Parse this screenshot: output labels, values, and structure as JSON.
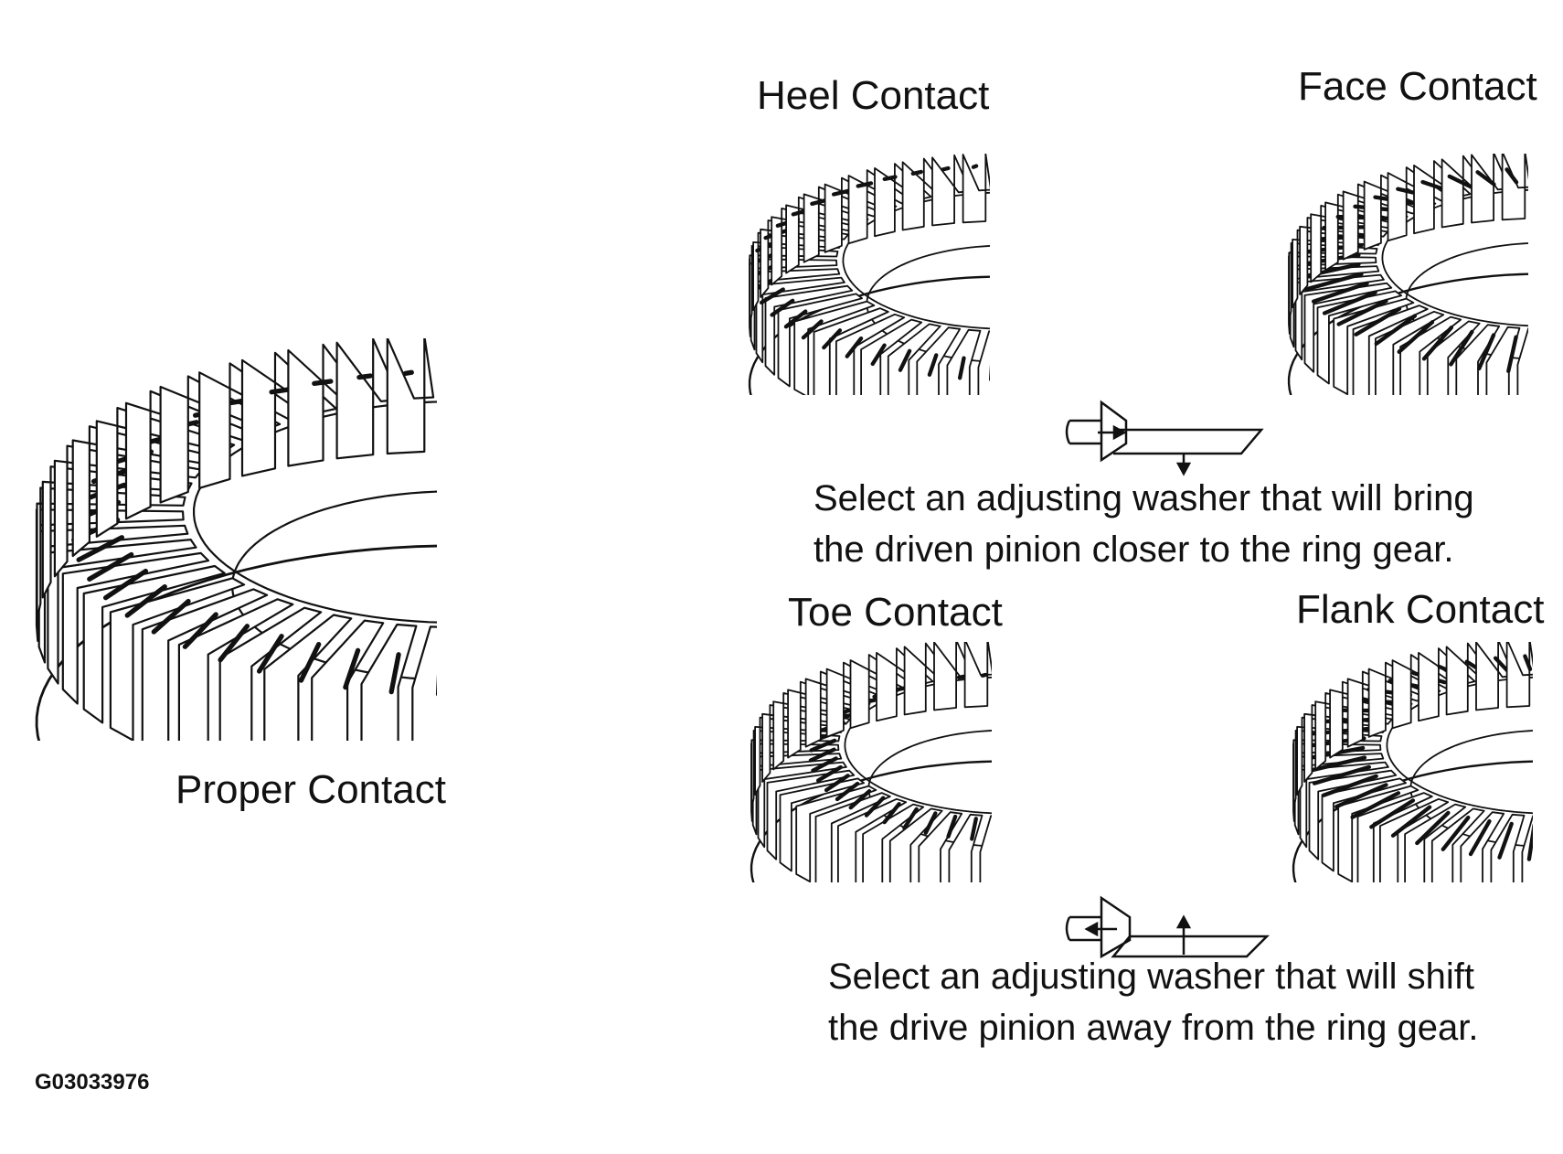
{
  "figure_code": "G03033976",
  "labels": {
    "proper": "Proper Contact",
    "heel": "Heel Contact",
    "face": "Face Contact",
    "toe": "Toe Contact",
    "flank": "Flank Contact"
  },
  "instructions": {
    "top_line1": "Select an adjusting washer that will bring",
    "top_line2": "the driven pinion closer to the ring gear.",
    "bottom_line1": "Select an adjusting washer that will shift",
    "bottom_line2": "the drive pinion away from the ring gear."
  },
  "colors": {
    "ink": "#111111",
    "paper": "#ffffff"
  }
}
